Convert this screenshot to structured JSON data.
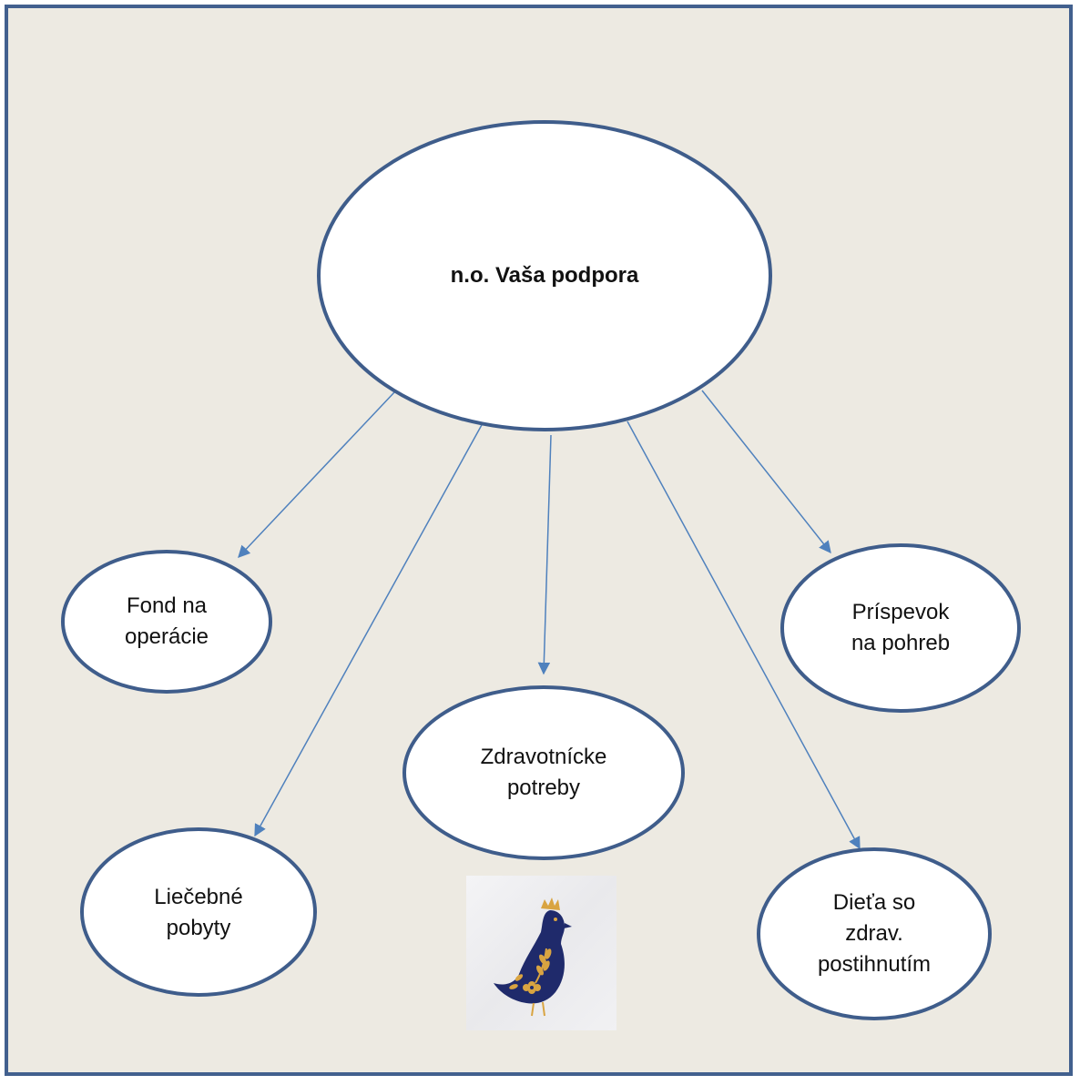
{
  "diagram": {
    "main_node": {
      "label": "n.o. Vaša podpora"
    },
    "nodes": [
      {
        "id": "fond",
        "label": "Fond na\noperácie"
      },
      {
        "id": "liecebne",
        "label": "Liečebné\npobyty"
      },
      {
        "id": "zdravotnicke",
        "label": "Zdravotnícke\npotreby"
      },
      {
        "id": "dieta",
        "label": "Dieťa so\nzdrav.\npostihnutím"
      },
      {
        "id": "prispevok",
        "label": "Príspevok\nna pohreb"
      }
    ],
    "edges": [
      {
        "from": "main",
        "to": "fond"
      },
      {
        "from": "main",
        "to": "liecebne"
      },
      {
        "from": "main",
        "to": "zdravotnicke"
      },
      {
        "from": "main",
        "to": "dieta"
      },
      {
        "from": "main",
        "to": "prispevok"
      }
    ]
  },
  "emblem": {
    "icon": "blue-bird-crown-icon"
  },
  "colors": {
    "background": "#edeae2",
    "frame_border": "#42608e",
    "ellipse_stroke": "#3f5d8b",
    "arrow": "#4f81bd",
    "bird": "#1f2a6b",
    "crown": "#d9a441"
  }
}
